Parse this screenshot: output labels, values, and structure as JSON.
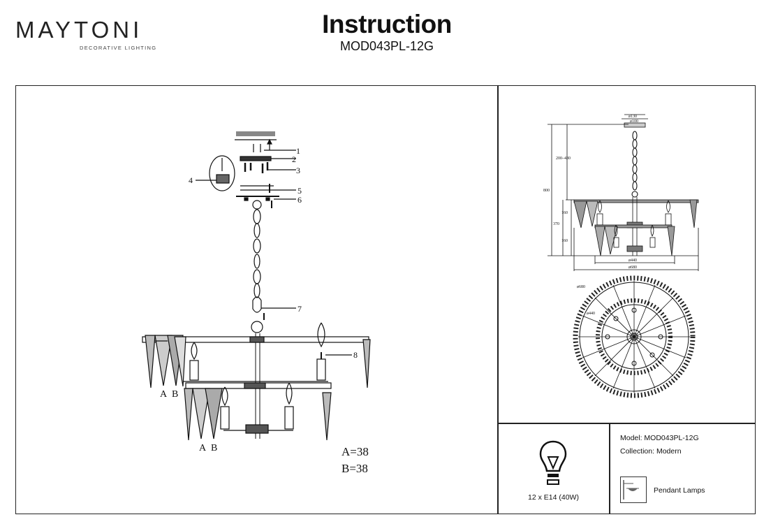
{
  "brand": {
    "name": "MAYTONI",
    "tagline": "DECORATIVE LIGHTING"
  },
  "header": {
    "title": "Instruction",
    "model_code": "MOD043PL-12G"
  },
  "assembly": {
    "callouts": [
      "1",
      "2",
      "3",
      "4",
      "5",
      "6",
      "7",
      "8"
    ],
    "crystal_labels": {
      "a": "A",
      "b": "B"
    },
    "counts": {
      "a": "A=38",
      "b": "B=38"
    }
  },
  "dimensions": {
    "canopy_outer": "ø130",
    "canopy_inner": "ø100",
    "chain_range": "200–430",
    "total_height": "800",
    "tier_height_top": "160",
    "body_height": "370",
    "tier_height_bottom": "160",
    "inner_diameter": "ø440",
    "outer_diameter": "ø680"
  },
  "specs": {
    "model": "Model: MOD043PL-12G",
    "collection": "Collection: Modern",
    "type": "Pendant Lamps",
    "bulbs": "12 x E14 (40W)"
  },
  "icons": {
    "bulb": "light-bulb-icon",
    "pendant": "pendant-lamp-icon"
  }
}
